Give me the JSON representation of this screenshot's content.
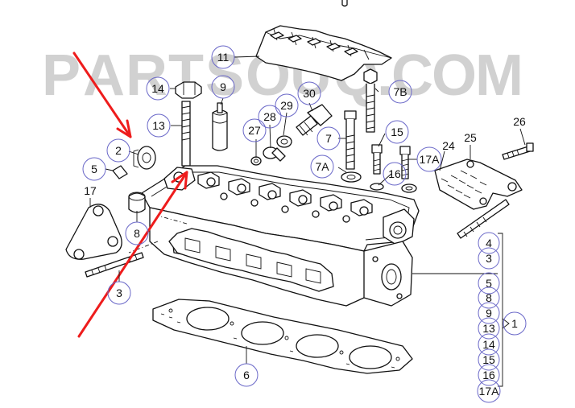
{
  "watermark": {
    "letters": [
      "P",
      "A",
      "R",
      "T",
      "S",
      "O",
      "U",
      "Q",
      ".",
      "C",
      "O",
      "M"
    ],
    "color": "#c9c9c9"
  },
  "colors": {
    "ring": "#6a68c8",
    "arrow": "#ee1c1c",
    "ink": "#111111"
  },
  "callouts": {
    "c1": "1",
    "c2": "2",
    "c3": "3",
    "c4": "4",
    "c5": "5",
    "c6": "6",
    "c7": "7",
    "c7a": "7A",
    "c7b": "7B",
    "c8": "8",
    "c9": "9",
    "c11": "11",
    "c13": "13",
    "c14": "14",
    "c15": "15",
    "c16": "16",
    "c17": "17",
    "c17a": "17A",
    "c24": "24",
    "c25": "25",
    "c26": "26",
    "c27": "27",
    "c28": "28",
    "c29": "29",
    "c30": "30"
  },
  "kit_list": [
    "4",
    "3",
    "5",
    "8",
    "9",
    "13",
    "14",
    "15",
    "16",
    "17A"
  ]
}
